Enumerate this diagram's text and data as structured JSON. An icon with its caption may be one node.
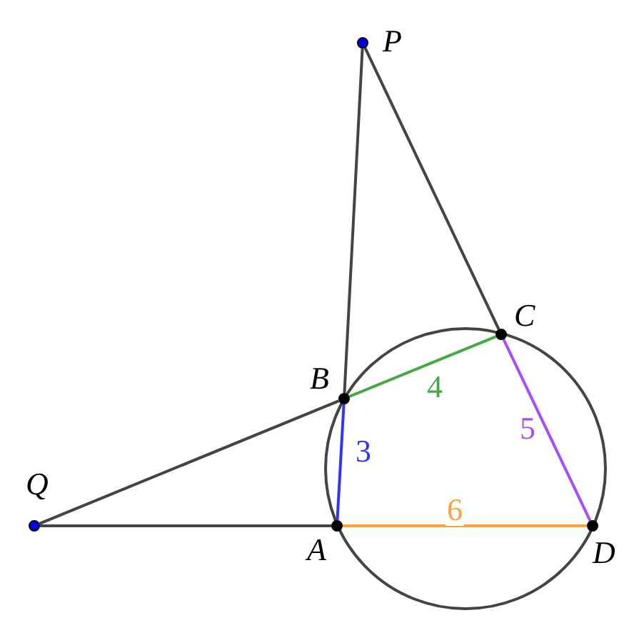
{
  "diagram": {
    "nodes": [
      {
        "text": [
          "P"
        ]
      },
      {
        "text": [
          "Q"
        ]
      },
      {
        "text": [
          "B"
        ]
      },
      {
        "text": [
          "C"
        ]
      },
      {
        "text": [
          "A"
        ]
      },
      {
        "text": [
          "D"
        ]
      }
    ],
    "edges": [
      {
        "from": 0,
        "to": 2,
        "arrow": "none"
      },
      {
        "from": 0,
        "to": 3,
        "arrow": "none"
      },
      {
        "from": 1,
        "to": 2,
        "arrow": "none"
      },
      {
        "from": 1,
        "to": 4,
        "arrow": "none"
      },
      {
        "from": 2,
        "to": 4,
        "arrow": "none",
        "label": "3",
        "color": "#3333ff"
      },
      {
        "from": 2,
        "to": 3,
        "arrow": "none",
        "label": "4",
        "color": "#44aa44"
      },
      {
        "from": 3,
        "to": 5,
        "arrow": "none",
        "label": "5",
        "color": "#a64dff"
      },
      {
        "from": 4,
        "to": 5,
        "arrow": "none",
        "label": "6",
        "color": "#ffa040"
      }
    ]
  }
}
